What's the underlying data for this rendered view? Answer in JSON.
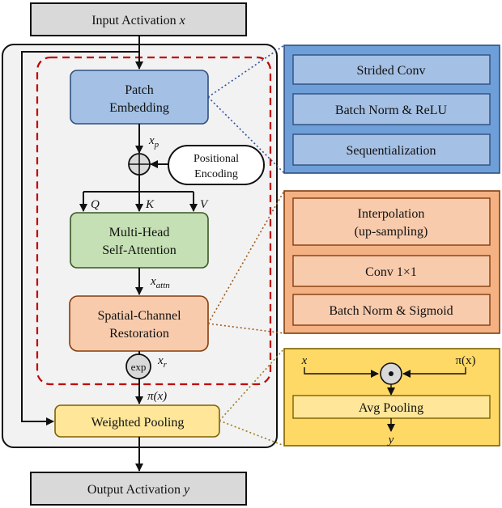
{
  "input_box": {
    "label": "Input Activation",
    "var": "x"
  },
  "output_box": {
    "label": "Output Activation",
    "var": "y"
  },
  "patch_embedding": {
    "line1": "Patch",
    "line2": "Embedding"
  },
  "positional_encoding": {
    "line1": "Positional",
    "line2": "Encoding"
  },
  "mhsa": {
    "line1": "Multi-Head",
    "line2": "Self-Attention"
  },
  "scr": {
    "line1": "Spatial-Channel",
    "line2": "Restoration"
  },
  "exp_node": {
    "label": "exp"
  },
  "weighted_pooling": {
    "label": "Weighted Pooling"
  },
  "vars": {
    "xp_base": "x",
    "xp_sub": "p",
    "q": "Q",
    "k": "K",
    "v": "V",
    "xattn_base": "x",
    "xattn_sub": "attn",
    "xr_base": "x",
    "xr_sub": "r",
    "pi": "π(x)"
  },
  "detail_embedding": {
    "items": [
      "Strided Conv",
      "Batch Norm & ReLU",
      "Sequentialization"
    ],
    "color": "#6f9fd8"
  },
  "detail_restoration": {
    "items": [
      "Interpolation",
      "(up-sampling)",
      "Conv 1×1",
      "Batch Norm & Sigmoid"
    ],
    "color": "#f4b183"
  },
  "detail_pooling": {
    "x_label": "x",
    "pi_label": "π(x)",
    "avg": "Avg Pooling",
    "y_label": "y",
    "color": "#ffd966"
  },
  "colors": {
    "input_fill": "#d9d9d9",
    "outer_fill": "#f2f2f2",
    "dashed": "#c00000",
    "embed_fill": "#a4c0e4",
    "attn_fill": "#c5e0b4",
    "restore_fill": "#f8cbad",
    "pool_fill": "#ffe699"
  }
}
